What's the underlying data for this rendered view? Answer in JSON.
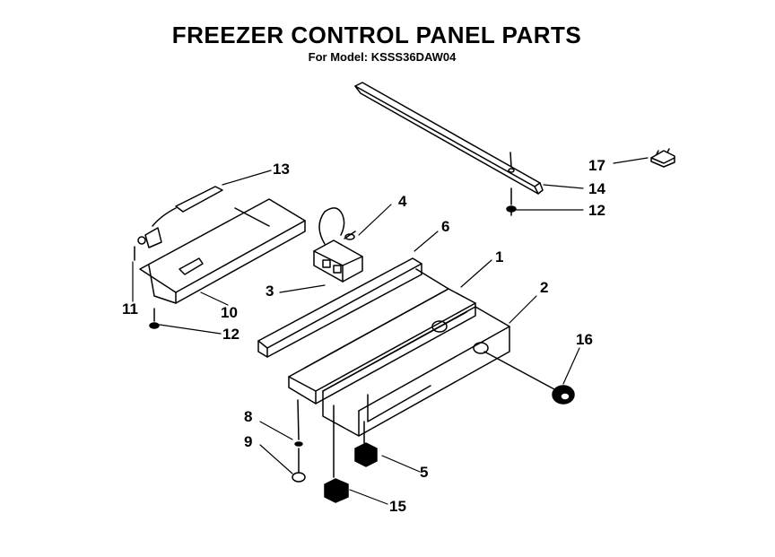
{
  "header": {
    "title": "FREEZER CONTROL PANEL PARTS",
    "subtitle_prefix": "For Model:",
    "model": "KSSS36DAW04"
  },
  "callouts": [
    "13",
    "4",
    "6",
    "1",
    "2",
    "17",
    "14",
    "12",
    "11",
    "10",
    "12",
    "3",
    "16",
    "8",
    "9",
    "5",
    "15"
  ]
}
